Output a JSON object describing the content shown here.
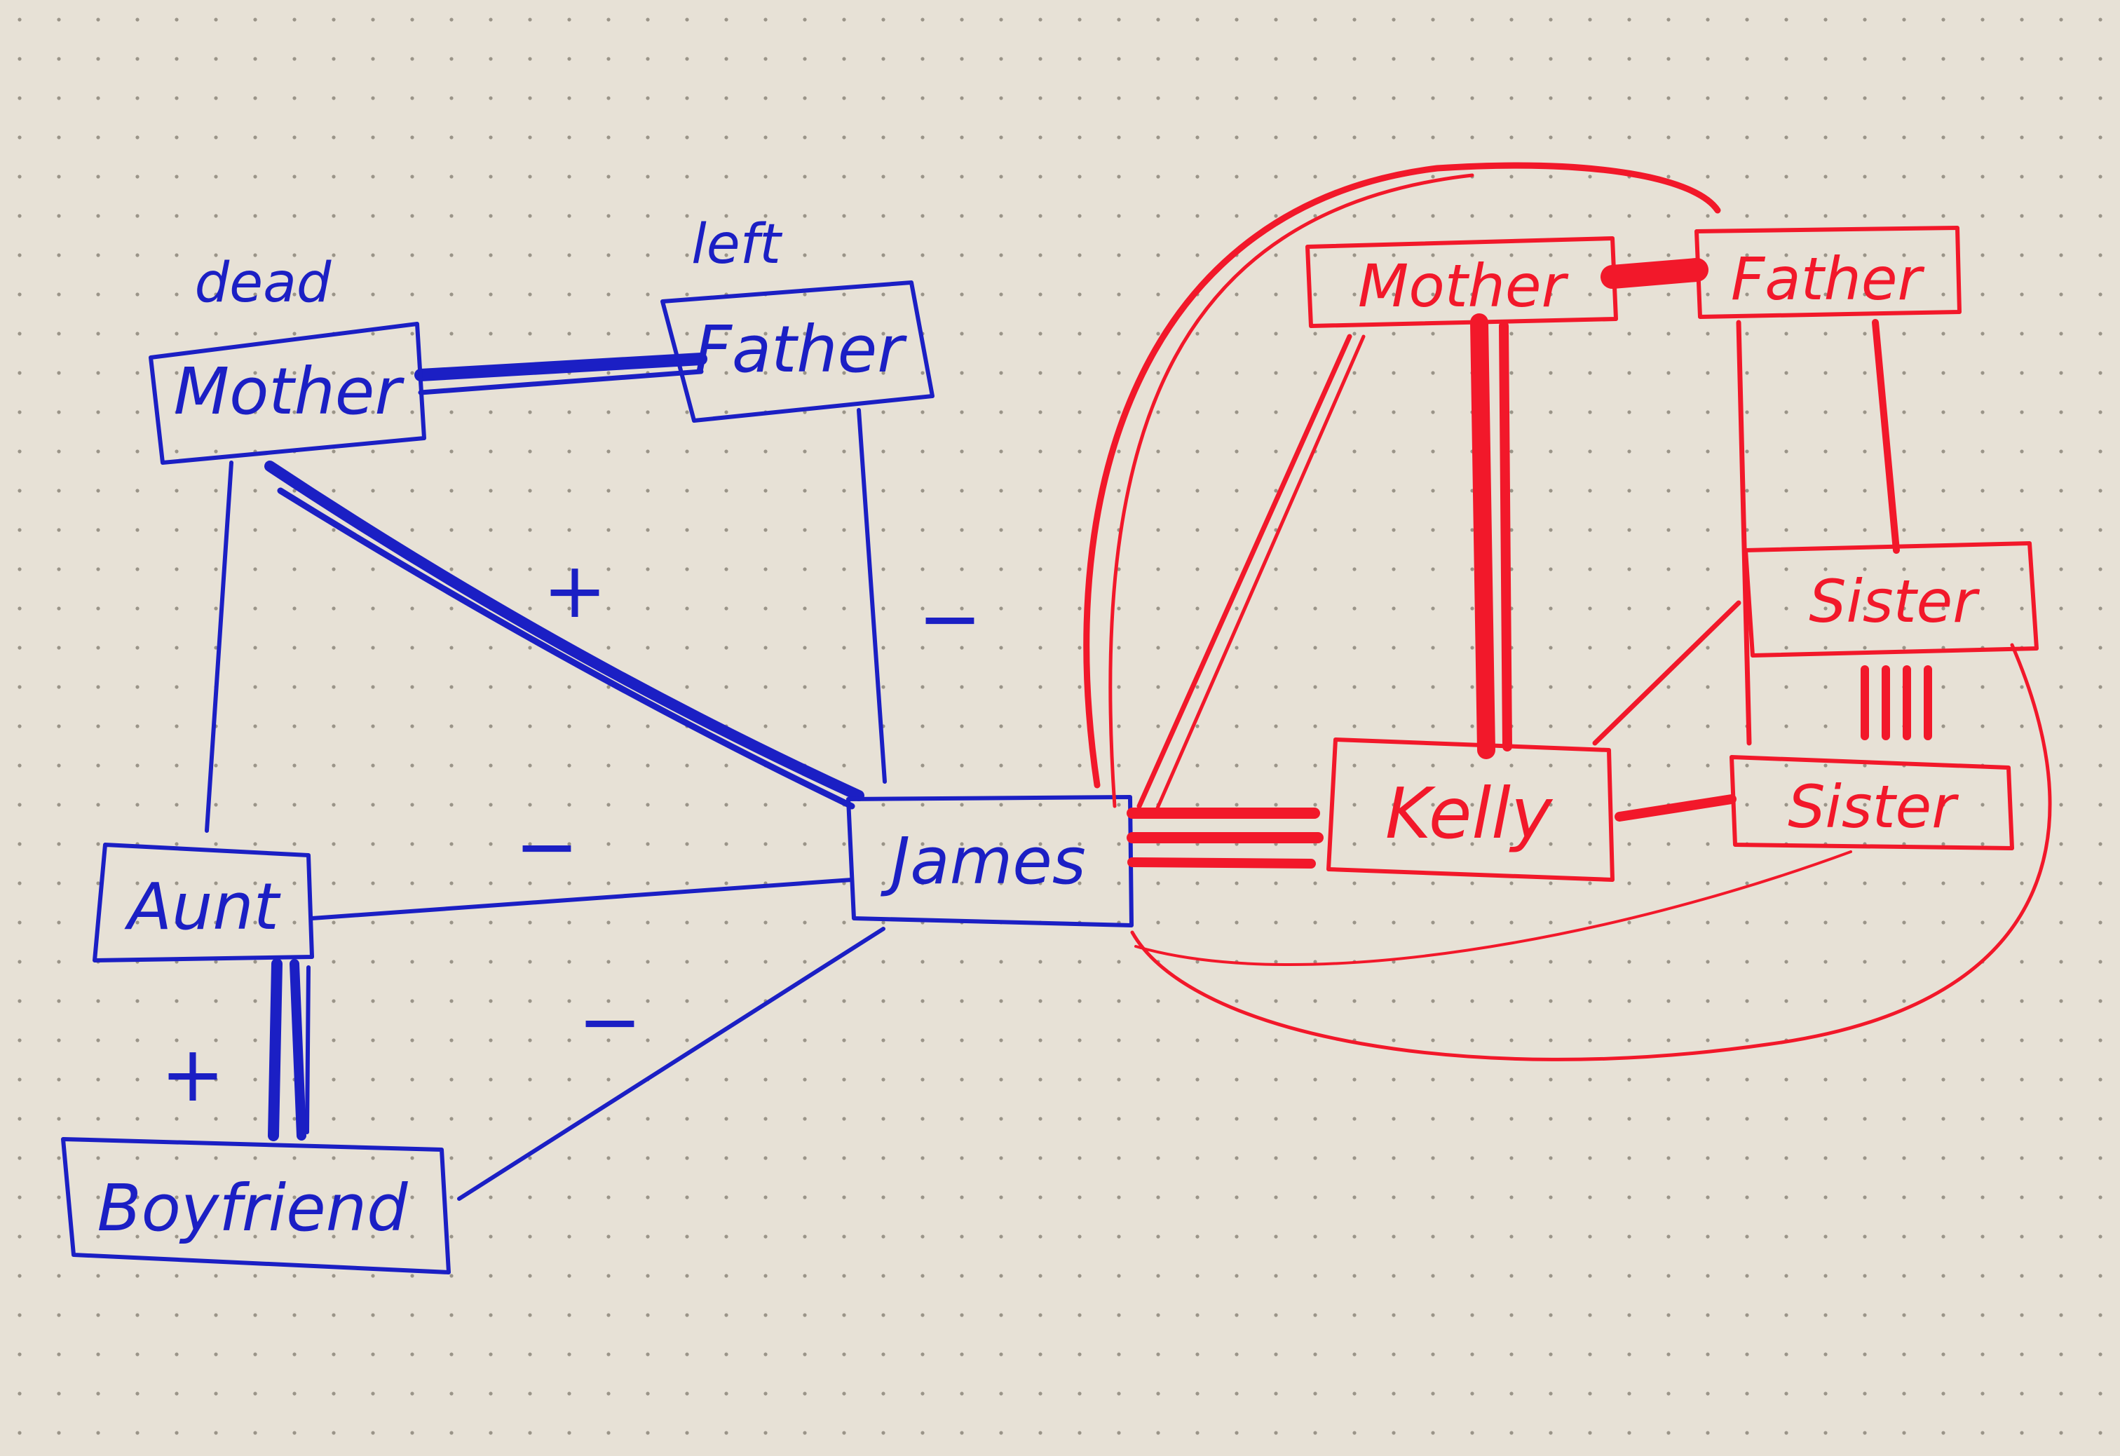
{
  "colors": {
    "paper": "#e7e1d6",
    "dot": "#9a9488",
    "blue_ink": "#1b1fc4",
    "red_ink": "#f2182a"
  },
  "blue": {
    "nodes": {
      "mother": "Mother",
      "father": "Father",
      "aunt": "Aunt",
      "boyfriend": "Boyfriend",
      "james": "James"
    },
    "notes": {
      "mother": "dead",
      "father": "left"
    },
    "signs": {
      "mother_james": "+",
      "father_james": "−",
      "aunt_james": "−",
      "boyfriend_james": "−",
      "aunt_boyfriend": "+"
    }
  },
  "red": {
    "nodes": {
      "mother": "Mother",
      "father": "Father",
      "sister_top": "Sister",
      "kelly": "Kelly",
      "sister_bottom": "Sister"
    }
  }
}
